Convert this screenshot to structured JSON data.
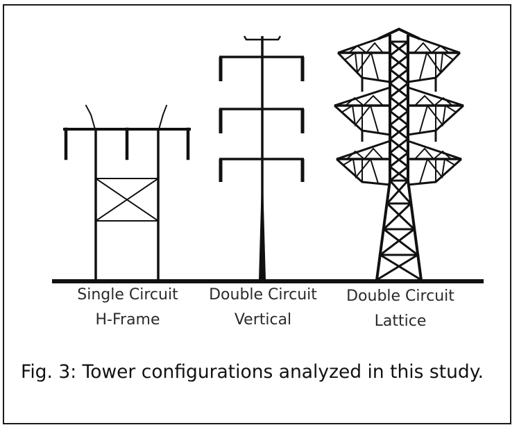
{
  "towers": [
    {
      "line1": "Single Circuit",
      "line2": "H-Frame",
      "icon": "h-frame-tower-icon"
    },
    {
      "line1": "Double Circuit",
      "line2": "Vertical",
      "icon": "vertical-pole-tower-icon"
    },
    {
      "line1": "Double Circuit",
      "line2": "Lattice",
      "icon": "lattice-tower-icon"
    }
  ],
  "caption": "Fig. 3: Tower configurations analyzed in this study."
}
